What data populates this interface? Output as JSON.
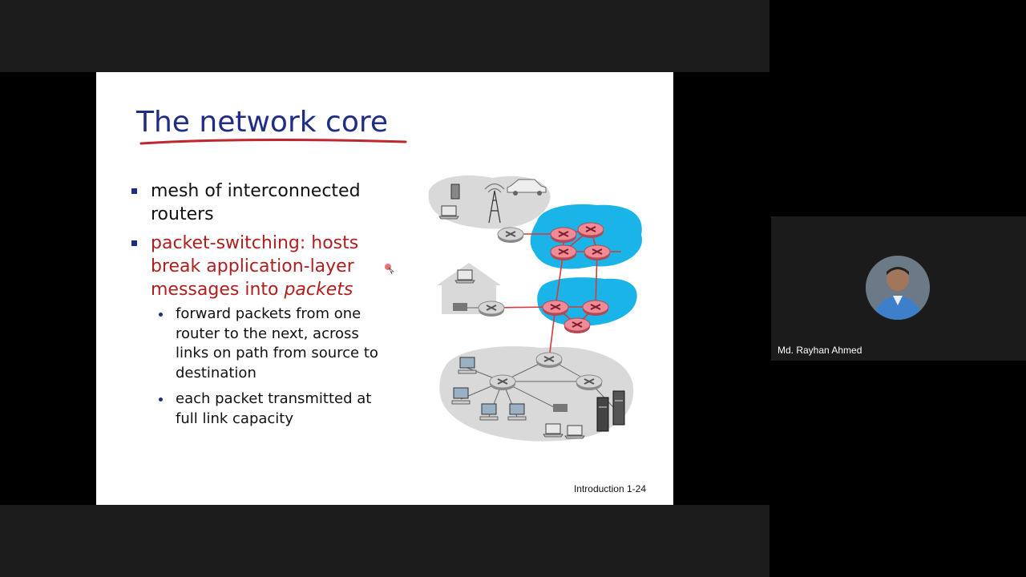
{
  "slide": {
    "title": "The network core",
    "bullets": [
      {
        "text": "mesh of interconnected routers"
      },
      {
        "text": "packet-switching: hosts break application-layer messages into ",
        "italic": "packets"
      }
    ],
    "sub_bullets": [
      "forward packets from one router to the next, across links on path from source to destination",
      "each packet transmitted at full link capacity"
    ],
    "footer": "Introduction 1-24"
  },
  "participant": {
    "name": "Md. Rayhan Ahmed"
  },
  "colors": {
    "title": "#1f2d86",
    "underline": "#c0262d",
    "highlight_text": "#b01e1e",
    "network_core": "#1ab4e8",
    "router": "#e86a78",
    "link": "#d63a3a"
  },
  "icons": [
    "router-icon",
    "cell-tower-icon",
    "laptop-icon",
    "car-icon",
    "phone-icon",
    "desktop-icon",
    "server-icon",
    "home-icon"
  ]
}
